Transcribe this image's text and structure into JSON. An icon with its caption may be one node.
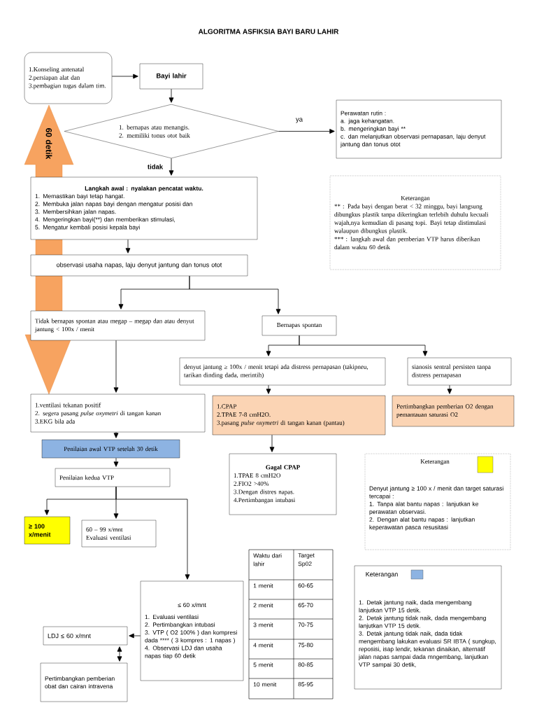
{
  "diagram": {
    "title": "ALGORITMA ASFIKSIA BAYI BARU LAHIR",
    "nodes": [
      {
        "text": [
          "1.Konseling antenatal",
          "2.persiapan alat dan",
          "3.pembagian tugas dalam tim."
        ]
      },
      {
        "text": [
          "Bayi lahir"
        ]
      },
      {
        "text": [
          "1. bernapas atau menangis.",
          "2. memiliki tonus otot baik"
        ]
      },
      {
        "text": [
          "Perawatan rutin :",
          "a. jaga kehangatan.",
          "b. mengeringkan bayi **",
          "c. dan melanjutkan observasi pernapasan, laju denyut jantung dan tonus otot"
        ]
      },
      {
        "text": [
          "Langkah awal : nyalakan pencatat waktu.",
          "1. Memastikan bayi tetap hangat.",
          "2. Membuka jalan napas bayi dengan mengatur posisi dan",
          "3. Membersihkan jalan napas.",
          "4. Mengeringkan bayi(**) dan memberikan stimulasi,",
          "5. Mengatur kembali posisi kepala bayi"
        ]
      },
      {
        "text": [
          "observasi usaha napas, laju denyut jantung dan tonus otot"
        ]
      },
      {
        "text": [
          "Tidak bernapas spontan atau megap – megap dan atau denyut jantung < 100x / menit"
        ]
      },
      {
        "text": [
          "Bernapas spontan"
        ]
      },
      {
        "text": [
          "denyut jantung ≥ 100x / menit tetapi ada distress pernapasan (takipneu, tarikan dinding dada, merintih)"
        ]
      },
      {
        "text": [
          "sianosis sentral persisten tanpa distress pernapasan"
        ]
      },
      {
        "text": [
          "1.ventilasi tekanan positif",
          "2. segera pasang *pulse oxymetri* di tangan kanan",
          "3.EKG bila ada"
        ]
      },
      {
        "text": [
          "1.CPAP",
          "2.TPAE 7-8 cmH2O.",
          "3.pasang *pulse oxymetri* di tangan kanan (pantau)"
        ]
      },
      {
        "text": [
          "Pertimbangkan pemberian O2 dengan pemantauan saturasi O2"
        ]
      },
      {
        "text": [
          "Penilaian awal VTP setelah 30 detik"
        ]
      },
      {
        "text": [
          "Penilaian kedua VTP"
        ]
      },
      {
        "text": [
          "Gagal CPAP",
          "1.TPAE 8 cmH2O",
          "2.FIO2 >40%",
          "3.Dengan distres napas.",
          "4.Pertimbangan intubasi"
        ]
      },
      {
        "text": [
          "≥ 100 x/menit"
        ]
      },
      {
        "text": [
          "60 – 99 x/mnt",
          "Evaluasi ventilasi"
        ]
      },
      {
        "text": [
          "≤ 60 x/mnt",
          "1. Evaluasi ventilasi",
          "2. Pertimbangkan intubasi",
          "3. VTP ( O2 100% ) dan kompresi dada **** ( 3 kompres : 1 napas )",
          "4. Observasi LDJ dan usaha napas tiap 60 detik"
        ]
      },
      {
        "text": [
          "LDJ ≤ 60 x/mnt"
        ]
      },
      {
        "text": [
          "Pertimbangkan pemberian obat dan cairan intravena"
        ]
      },
      {
        "text": [
          "60 detik"
        ]
      },
      {
        "text": [
          "Keterangan",
          "** : Pada bayi dengan berat < 32 minggu, bayi langsung dibungkus plastik tanpa dikeringkan terlebih duhulu kecuali wajah,nya kemudian di pasang topi. Bayi tetap distimulasi walaupun dibungkus plastik.",
          "*** : langkah awal dan pemberian VTP harus diberikan dalam waktu 60 detik"
        ]
      },
      {
        "text": [
          "Denyut jantung ≥ 100 x / menit dan target saturasi tercapai :",
          "1. Tanpa alat bantu napas : lanjutkan ke perawatan observasi.",
          "2. Dengan alat bantu napas : lanjutkan keperawatan pasca resusitasi"
        ]
      },
      {
        "text": [
          "1. Detak jantung naik, dada mengembang lanjutkan VTP 15 detik.",
          "2. Detak jantung tidak naik, dada mengembang lanjutkan VTP 15 detik.",
          "3. Detak jantung tidak naik, dada tidak mengembang lakukan evaluasi SR IBTA ( sungkup, reposisi, isap lendir, tekanan dinaikan, alternatif jalan napas sampai dada mngembang, lanjutkan VTP sampai 30 detik,"
        ]
      }
    ],
    "edges": [
      {
        "from": 0,
        "to": 1,
        "arrow": "to"
      },
      {
        "from": 1,
        "to": 2,
        "arrow": "to"
      },
      {
        "from": 2,
        "to": 3,
        "arrow": "to",
        "label": "ya"
      },
      {
        "from": 2,
        "to": 4,
        "arrow": "to",
        "label": "tidak"
      },
      {
        "from": 4,
        "to": 5,
        "arrow": "to"
      },
      {
        "from": 5,
        "to": 6,
        "arrow": "to"
      },
      {
        "from": 5,
        "to": 7,
        "arrow": "to"
      },
      {
        "from": 7,
        "to": 8,
        "arrow": "to"
      },
      {
        "from": 7,
        "to": 9,
        "arrow": "to"
      },
      {
        "from": 6,
        "to": 10,
        "arrow": "to"
      },
      {
        "from": 8,
        "to": 11,
        "arrow": "to"
      },
      {
        "from": 9,
        "to": 12,
        "arrow": "to"
      },
      {
        "from": 11,
        "to": 15,
        "arrow": "to"
      },
      {
        "from": 10,
        "to": 13,
        "arrow": "to"
      },
      {
        "from": 13,
        "to": 14,
        "arrow": "to"
      },
      {
        "from": 14,
        "to": 16,
        "arrow": "to"
      },
      {
        "from": 14,
        "to": 17,
        "arrow": "to"
      },
      {
        "from": 14,
        "to": 18,
        "arrow": "to"
      },
      {
        "from": 18,
        "to": 19,
        "arrow": "to"
      },
      {
        "from": 19,
        "to": 20,
        "arrow": "both"
      }
    ],
    "labels": [
      "Waktu dari lahir",
      "Target Sp02",
      "1 menit",
      "60-65",
      "2 menit",
      "65-70",
      "3 menit",
      "70-75",
      "4 menit",
      "75-80",
      "5 menit",
      "80-85",
      "10 menit",
      "85-95"
    ],
    "legend": [
      {
        "text": "Keterangan",
        "color": "#ffff00"
      },
      {
        "text": "Keterangan",
        "color": "#8db3e2"
      }
    ]
  }
}
